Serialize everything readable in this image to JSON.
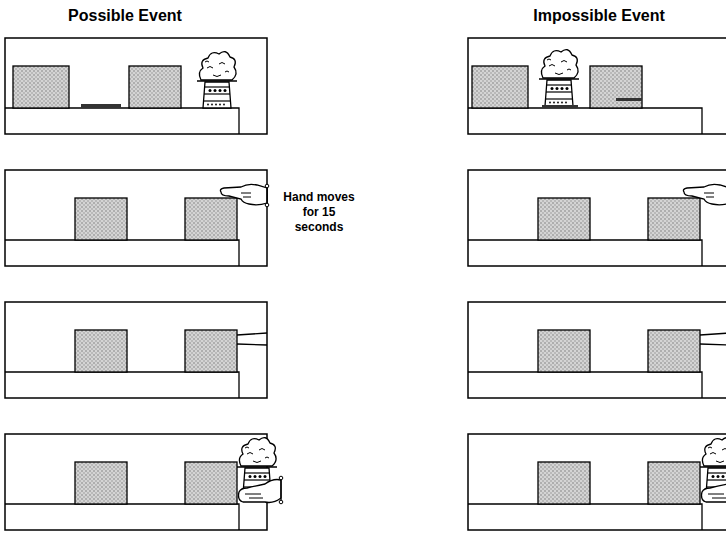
{
  "diagram": {
    "labels": [
      "Possible Event",
      "Impossible Event",
      "Hand moves for 15 seconds"
    ]
  }
}
